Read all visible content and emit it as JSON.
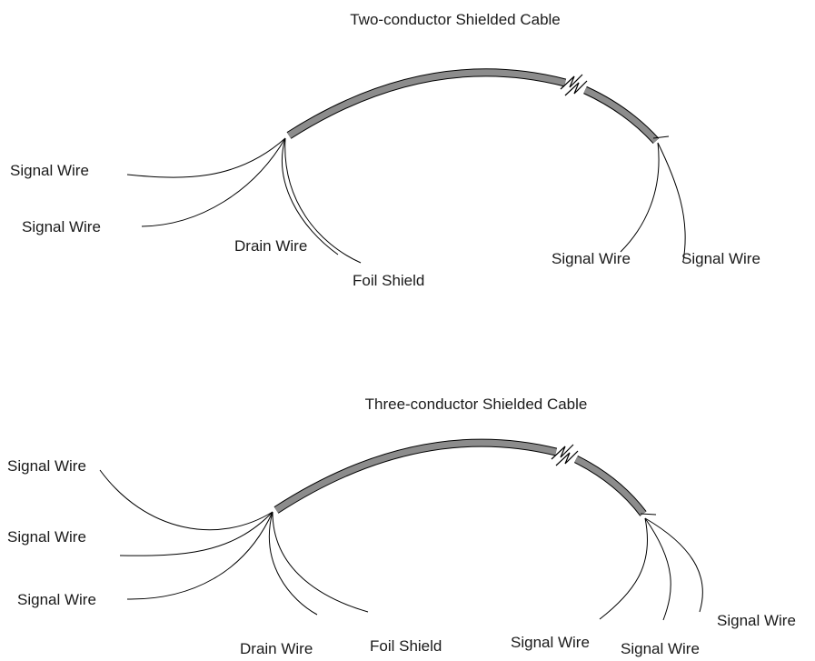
{
  "figure_a": {
    "title": "Two-conductor Shielded Cable",
    "labels": {
      "signal_1": "Signal Wire",
      "signal_2": "Signal Wire",
      "drain": "Drain Wire",
      "foil": "Foil Shield",
      "signal_right_1": "Signal Wire",
      "signal_right_2": "Signal Wire"
    }
  },
  "figure_b": {
    "title": "Three-conductor Shielded Cable",
    "labels": {
      "signal_1": "Signal Wire",
      "signal_2": "Signal Wire",
      "signal_3": "Signal Wire",
      "drain": "Drain Wire",
      "foil": "Foil Shield",
      "signal_right_1": "Signal Wire",
      "signal_right_2": "Signal Wire",
      "signal_right_3": "Signal Wire"
    }
  },
  "colors": {
    "cable_jacket": "#8c8c8c",
    "outline": "#000000",
    "text": "#1a1a1a"
  }
}
